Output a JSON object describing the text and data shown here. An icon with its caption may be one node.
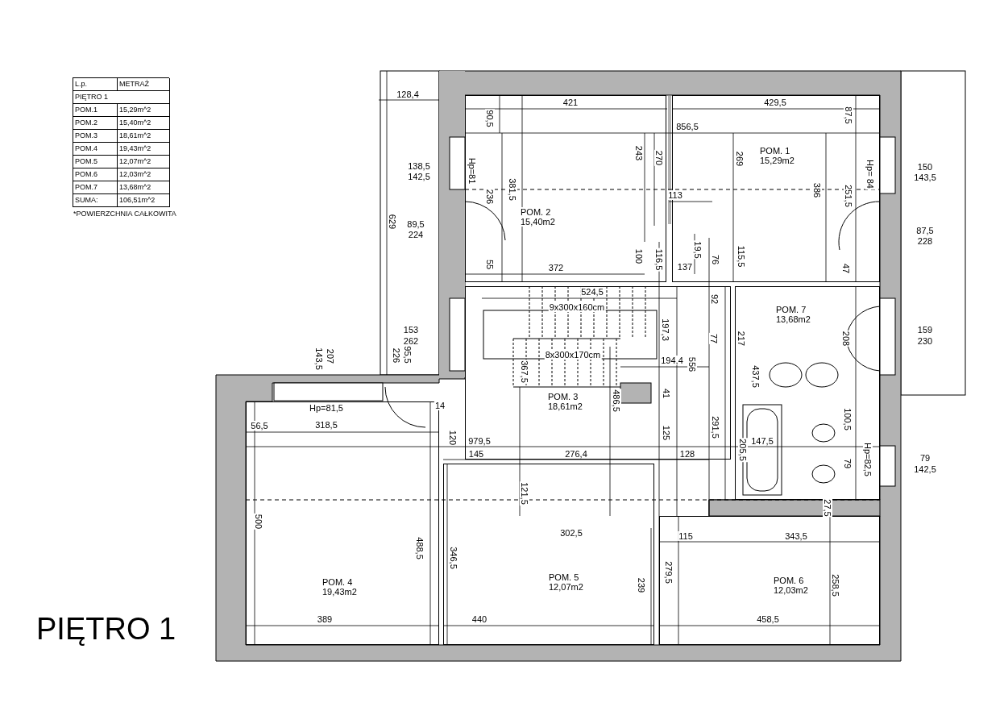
{
  "diagram": {
    "title": "PIĘTRO 1",
    "nodes": [
      {
        "text": [
          "POM. 2",
          "15,40m2"
        ]
      },
      {
        "text": [
          "POM. 1",
          "15,29m2"
        ]
      },
      {
        "text": [
          "POM. 3",
          "18,61m2"
        ]
      },
      {
        "text": [
          "POM. 7",
          "13,68m2"
        ]
      },
      {
        "text": [
          "POM. 4",
          "19,43m2"
        ]
      },
      {
        "text": [
          "POM. 5",
          "12,07m2"
        ]
      },
      {
        "text": [
          "POM. 6",
          "12,03m2"
        ]
      }
    ],
    "labels": [
      "L.p.",
      "METRAŻ",
      "PIĘTRO 1",
      "POM.1",
      "15,29m^2",
      "POM.2",
      "15,40m^2",
      "POM.3",
      "18,61m^2",
      "POM.4",
      "19,43m^2",
      "POM.5",
      "12,07m^2",
      "POM.6",
      "12,03m^2",
      "POM.7",
      "13,68m^2",
      "SUMA:",
      "106,51m^2",
      "*POWIERZCHNIA CAŁKOWITA",
      "128,4",
      "421",
      "429,5",
      "90,5",
      "87,5",
      "856,5",
      "243",
      "270",
      "269",
      "138,5",
      "142,5",
      "Hp=81",
      "150",
      "143,5",
      "Hp= 84",
      "381,5",
      "236",
      "386",
      "251,5",
      "113",
      "629",
      "89,5",
      "224",
      "87,5",
      "228",
      "55",
      "372",
      "100",
      "116,5",
      "137",
      "19,5",
      "76",
      "115,5",
      "47",
      "524,5",
      "92",
      "9x300x160cm",
      "197,3",
      "153",
      "262",
      "159",
      "230",
      "77",
      "217",
      "208",
      "207",
      "143,5",
      "226",
      "95,5",
      "8x300x170cm",
      "194,4",
      "556",
      "367,5",
      "437,5",
      "41",
      "486,5",
      "Hp=81,5",
      "14",
      "100,5",
      "56,5",
      "318,5",
      "120",
      "979,5",
      "125",
      "291,5",
      "147,5",
      "145",
      "276,4",
      "128",
      "205,5",
      "Hp=82,5",
      "79",
      "79",
      "142,5",
      "121,5",
      "27,5",
      "500",
      "302,5",
      "115",
      "343,5",
      "488,5",
      "346,5",
      "279,5",
      "239",
      "258,5",
      "389",
      "440",
      "458,5"
    ]
  }
}
